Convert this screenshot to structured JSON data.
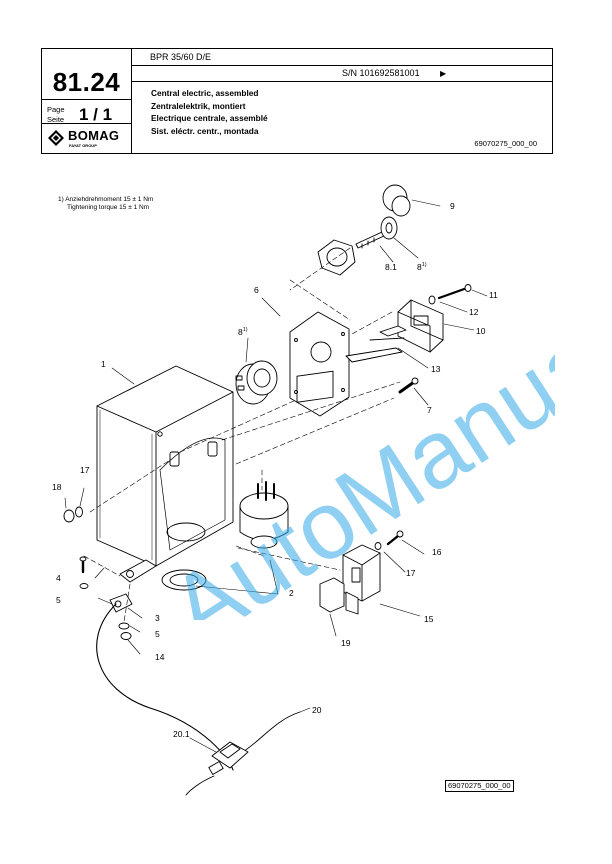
{
  "header": {
    "model": "BPR 35/60 D/E",
    "serial": "S/N 101692581001",
    "serial_arrow": "▶",
    "sheet_number": "81.24",
    "page_label_en": "Page",
    "page_label_de": "Seite",
    "page_value": "1 / 1",
    "logo_text": "BOMAG",
    "logo_subtext": "FAYAT GROUP",
    "titles": [
      "Central electric, assembled",
      "Zentralelektrik, montiert",
      "Electrique centrale, assemblé",
      "Sist. eléctr. centr., montada"
    ],
    "doc_ref": "69070275_000_00"
  },
  "drawing": {
    "note_line1": "1)  Anziehdrehmoment 15 ± 1 Nm",
    "note_line2": "Tightening torque 15 ± 1 Nm",
    "callouts": {
      "c1": "1",
      "c2": "2",
      "c3": "3",
      "c4": "4",
      "c5a": "5",
      "c5b": "5",
      "c6": "6",
      "c7": "7",
      "c8a": "8",
      "c8a_sup": "1)",
      "c8_1": "8.1",
      "c8b": "8",
      "c8b_sup": "1)",
      "c9": "9",
      "c10": "10",
      "c11": "11",
      "c12": "12",
      "c13": "13",
      "c14": "14",
      "c15": "15",
      "c16": "16",
      "c17a": "17",
      "c17b": "17",
      "c18": "18",
      "c19": "19",
      "c20": "20",
      "c20_1": "20.1"
    },
    "footer_ref": "69070275_000_00"
  },
  "watermark": "AutoManual",
  "colors": {
    "watermark": "#33a8e6",
    "line": "#000000"
  }
}
